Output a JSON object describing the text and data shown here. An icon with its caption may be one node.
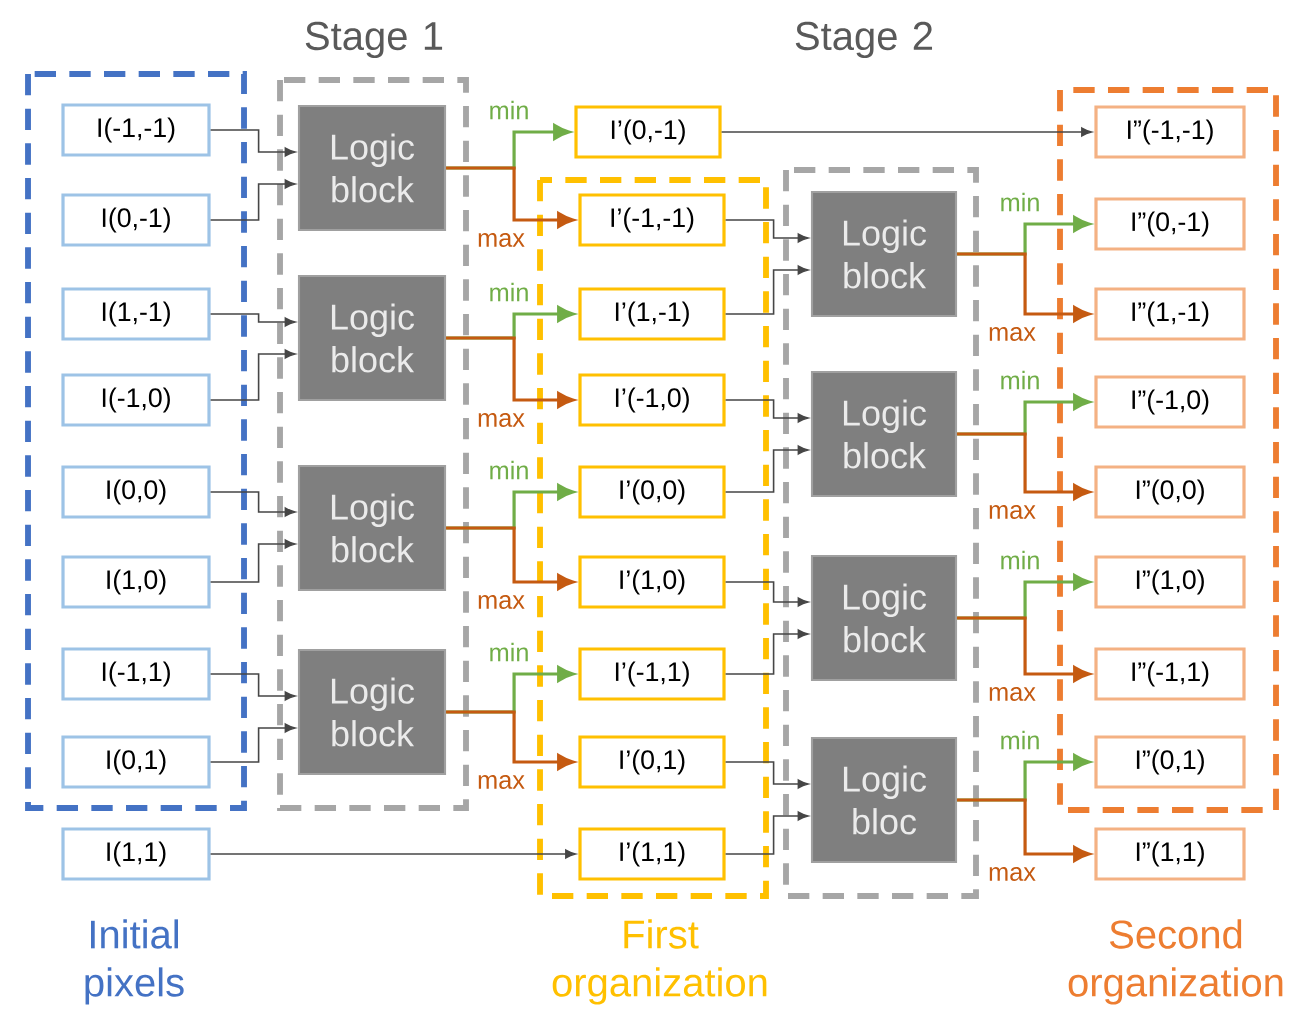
{
  "diagram": {
    "nodes": [
      {
        "text": [
          "Initial pixels"
        ]
      },
      {
        "text": [
          "I(-1,-1)"
        ],
        "in": 0
      },
      {
        "text": [
          "I(0,-1)"
        ],
        "in": 0
      },
      {
        "text": [
          "I(1,-1)"
        ],
        "in": 0
      },
      {
        "text": [
          "I(-1,0)"
        ],
        "in": 0
      },
      {
        "text": [
          "I(0,0)"
        ],
        "in": 0
      },
      {
        "text": [
          "I(1,0)"
        ],
        "in": 0
      },
      {
        "text": [
          "I(-1,1)"
        ],
        "in": 0
      },
      {
        "text": [
          "I(0,1)"
        ],
        "in": 0
      },
      {
        "text": [
          "I(1,1)"
        ]
      },
      {
        "text": [
          "Stage 1"
        ]
      },
      {
        "text": [
          "Logic block"
        ],
        "in": 10
      },
      {
        "text": [
          "Logic block"
        ],
        "in": 10
      },
      {
        "text": [
          "Logic block"
        ],
        "in": 10
      },
      {
        "text": [
          "Logic block"
        ],
        "in": 10
      },
      {
        "text": [
          "I’(0,-1)"
        ]
      },
      {
        "text": [
          "First organization"
        ]
      },
      {
        "text": [
          "I’(-1,-1)"
        ],
        "in": 16
      },
      {
        "text": [
          "I’(1,-1)"
        ],
        "in": 16
      },
      {
        "text": [
          "I’(-1,0)"
        ],
        "in": 16
      },
      {
        "text": [
          "I’(0,0)"
        ],
        "in": 16
      },
      {
        "text": [
          "I’(1,0)"
        ],
        "in": 16
      },
      {
        "text": [
          "I’(-1,1)"
        ],
        "in": 16
      },
      {
        "text": [
          "I’(0,1)"
        ],
        "in": 16
      },
      {
        "text": [
          "I’(1,1)"
        ],
        "in": 16
      },
      {
        "text": [
          "Stage 2"
        ]
      },
      {
        "text": [
          "Logic block"
        ],
        "in": 25
      },
      {
        "text": [
          "Logic block"
        ],
        "in": 25
      },
      {
        "text": [
          "Logic block"
        ],
        "in": 25
      },
      {
        "text": [
          "Logic bloc"
        ],
        "in": 25
      },
      {
        "text": [
          "Second organization"
        ]
      },
      {
        "text": [
          "I”(-1,-1)"
        ],
        "in": 30
      },
      {
        "text": [
          "I”(0,-1)"
        ],
        "in": 30
      },
      {
        "text": [
          "I”(1,-1)"
        ],
        "in": 30
      },
      {
        "text": [
          "I”(-1,0)"
        ],
        "in": 30
      },
      {
        "text": [
          "I”(0,0)"
        ],
        "in": 30
      },
      {
        "text": [
          "I”(1,0)"
        ],
        "in": 30
      },
      {
        "text": [
          "I”(-1,1)"
        ],
        "in": 30
      },
      {
        "text": [
          "I”(0,1)"
        ],
        "in": 30
      },
      {
        "text": [
          "I”(1,1)"
        ]
      }
    ],
    "edges": [
      {
        "from": 1,
        "to": 11,
        "arrow": "to"
      },
      {
        "from": 2,
        "to": 11,
        "arrow": "to"
      },
      {
        "from": 3,
        "to": 12,
        "arrow": "to"
      },
      {
        "from": 4,
        "to": 12,
        "arrow": "to"
      },
      {
        "from": 5,
        "to": 13,
        "arrow": "to"
      },
      {
        "from": 6,
        "to": 13,
        "arrow": "to"
      },
      {
        "from": 7,
        "to": 14,
        "arrow": "to"
      },
      {
        "from": 8,
        "to": 14,
        "arrow": "to"
      },
      {
        "from": 9,
        "to": 24,
        "arrow": "to"
      },
      {
        "from": 11,
        "to": 15,
        "arrow": "to",
        "label": "min",
        "color": "#70ad47"
      },
      {
        "from": 11,
        "to": 17,
        "arrow": "to",
        "label": "max",
        "color": "#c55a11"
      },
      {
        "from": 12,
        "to": 18,
        "arrow": "to",
        "label": "min",
        "color": "#70ad47"
      },
      {
        "from": 12,
        "to": 19,
        "arrow": "to",
        "label": "max",
        "color": "#c55a11"
      },
      {
        "from": 13,
        "to": 20,
        "arrow": "to",
        "label": "min",
        "color": "#70ad47"
      },
      {
        "from": 13,
        "to": 21,
        "arrow": "to",
        "label": "max",
        "color": "#c55a11"
      },
      {
        "from": 14,
        "to": 22,
        "arrow": "to",
        "label": "min",
        "color": "#70ad47"
      },
      {
        "from": 14,
        "to": 23,
        "arrow": "to",
        "label": "max",
        "color": "#c55a11"
      },
      {
        "from": 15,
        "to": 31,
        "arrow": "to"
      },
      {
        "from": 17,
        "to": 26,
        "arrow": "to"
      },
      {
        "from": 18,
        "to": 26,
        "arrow": "to"
      },
      {
        "from": 19,
        "to": 27,
        "arrow": "to"
      },
      {
        "from": 20,
        "to": 27,
        "arrow": "to"
      },
      {
        "from": 21,
        "to": 28,
        "arrow": "to"
      },
      {
        "from": 22,
        "to": 28,
        "arrow": "to"
      },
      {
        "from": 23,
        "to": 29,
        "arrow": "to"
      },
      {
        "from": 24,
        "to": 29,
        "arrow": "to"
      },
      {
        "from": 26,
        "to": 32,
        "arrow": "to",
        "label": "min",
        "color": "#70ad47"
      },
      {
        "from": 26,
        "to": 33,
        "arrow": "to",
        "label": "max",
        "color": "#c55a11"
      },
      {
        "from": 27,
        "to": 34,
        "arrow": "to",
        "label": "min",
        "color": "#70ad47"
      },
      {
        "from": 27,
        "to": 35,
        "arrow": "to",
        "label": "max",
        "color": "#c55a11"
      },
      {
        "from": 28,
        "to": 36,
        "arrow": "to",
        "label": "min",
        "color": "#70ad47"
      },
      {
        "from": 28,
        "to": 37,
        "arrow": "to",
        "label": "max",
        "color": "#c55a11"
      },
      {
        "from": 29,
        "to": 38,
        "arrow": "to",
        "label": "min",
        "color": "#70ad47"
      },
      {
        "from": 29,
        "to": 39,
        "arrow": "to",
        "label": "max",
        "color": "#c55a11"
      }
    ]
  }
}
